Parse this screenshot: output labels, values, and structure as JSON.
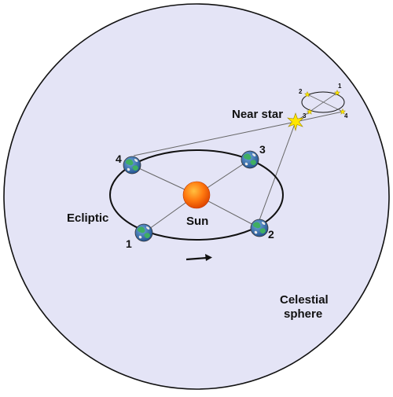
{
  "labels": {
    "near_star": "Near star",
    "ecliptic": "Ecliptic",
    "sun": "Sun",
    "celestial_line1": "Celestial",
    "celestial_line2": "sphere"
  },
  "earth_positions": [
    "1",
    "2",
    "3",
    "4"
  ],
  "apparent_star_positions": [
    "1",
    "2",
    "3",
    "4"
  ],
  "colors": {
    "sphere_fill": "#e4e4f6",
    "sphere_stroke": "#111111",
    "sun": "#ff6a00",
    "star": "#ffe600",
    "line": "#666666",
    "ocean": "#2f6fb0",
    "land": "#3fae62"
  },
  "icons": {
    "earth": "earth-globe-icon",
    "sun": "sun-icon",
    "star": "star-burst-icon",
    "direction": "arrow-right-icon"
  }
}
